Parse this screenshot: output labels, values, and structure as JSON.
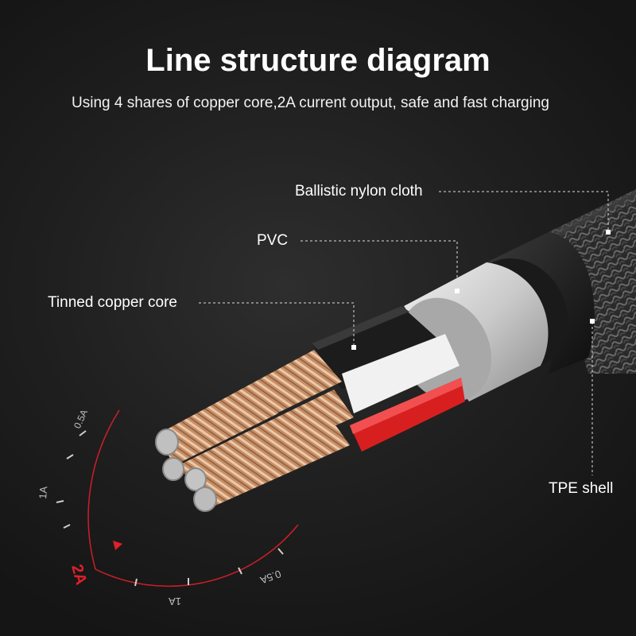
{
  "header": {
    "title": "Line structure diagram",
    "subtitle": "Using 4 shares of copper core,2A current output, safe and fast charging"
  },
  "labels": {
    "nylon": "Ballistic nylon cloth",
    "pvc": "PVC",
    "copper": "Tinned copper core",
    "tpe": "TPE shell"
  },
  "dial": {
    "outer_ticks": [
      "0.5A",
      "1A",
      "2A"
    ],
    "inner_ticks": [
      "0.5A",
      "1A"
    ],
    "accent_color": "#e0202a"
  },
  "colors": {
    "background": "#1f1f1f",
    "text": "#ffffff",
    "copper": "#c8906a",
    "pvc": "#d8d8d8",
    "tpe": "#1a1a1a"
  }
}
